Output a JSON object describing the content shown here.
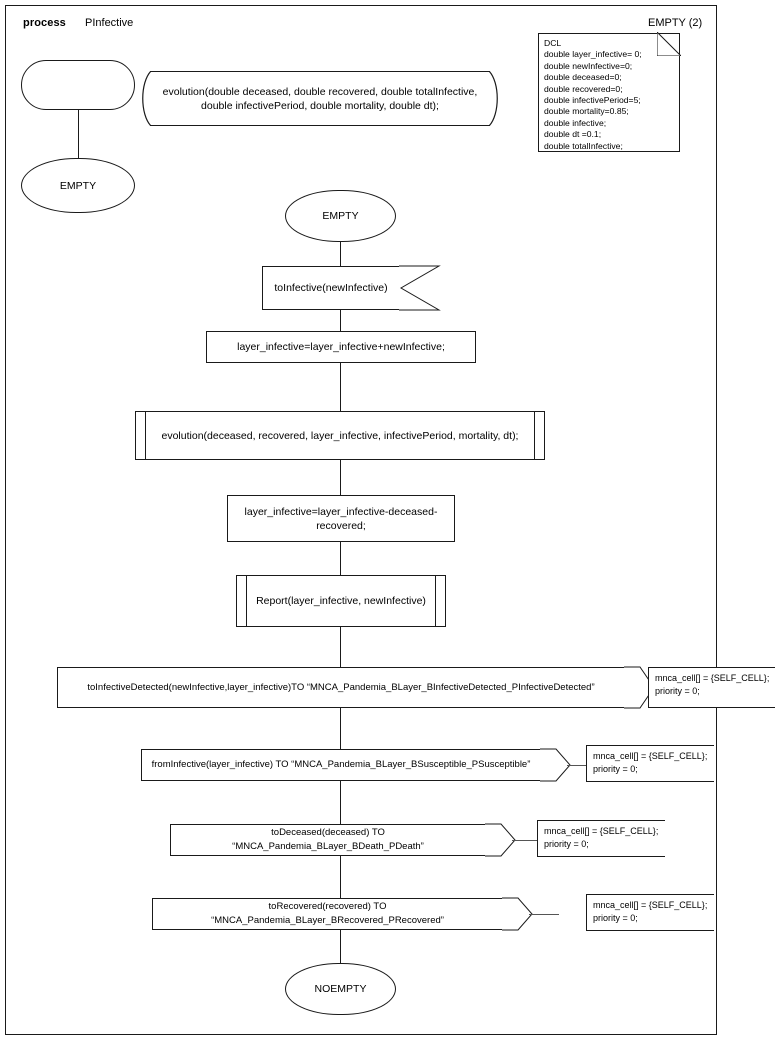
{
  "header": {
    "keyword": "process",
    "process_name": "PInfective",
    "page_label": "EMPTY (2)"
  },
  "declaration_note": {
    "text": "DCL\ndouble layer_infective= 0;\ndouble newInfective=0;\ndouble deceased=0;\ndouble recovered=0;\ndouble infectivePeriod=5;\ndouble mortality=0.85;\ndouble infective;\ndouble dt =0.1;\ndouble totalInfective;"
  },
  "procedure_declaration": {
    "text": "evolution(double deceased, double recovered, double totalInfective,\ndouble infectivePeriod, double mortality, double dt);"
  },
  "start_branch": {
    "start_label": "",
    "state_label": "EMPTY"
  },
  "flow": {
    "state_start": "EMPTY",
    "input": "toInfective(newInfective)",
    "task_1": "layer_infective=layer_infective+newInfective;",
    "procedure_call": "evolution(deceased, recovered, layer_infective, infectivePeriod, mortality, dt);",
    "task_2": "layer_infective=layer_infective-deceased-recovered;",
    "report_call": "Report(layer_infective, newInfective)",
    "output_1": "toInfectiveDetected(newInfective,layer_infective)TO “MNCA_Pandemia_BLayer_BInfectiveDetected_PInfectiveDetected”",
    "output_2": "fromInfective(layer_infective) TO “MNCA_Pandemia_BLayer_BSusceptible_PSusceptible”",
    "output_3": "toDeceased(deceased) TO “MNCA_Pandemia_BLayer_BDeath_PDeath”",
    "output_4": "toRecovered(recovered) TO “MNCA_Pandemia_BLayer_BRecovered_PRecovered”",
    "state_end": "NOEMPTY"
  },
  "comments": {
    "comment_1": "mnca_cell[] = {SELF_CELL};\npriority = 0;",
    "comment_2": "mnca_cell[] = {SELF_CELL};\npriority = 0;",
    "comment_3": "mnca_cell[] = {SELF_CELL};\npriority = 0;",
    "comment_4": "mnca_cell[] = {SELF_CELL};\npriority = 0;"
  },
  "colors": {
    "stroke": "#1a1a1a",
    "shadow": "#555555",
    "background": "#ffffff"
  }
}
